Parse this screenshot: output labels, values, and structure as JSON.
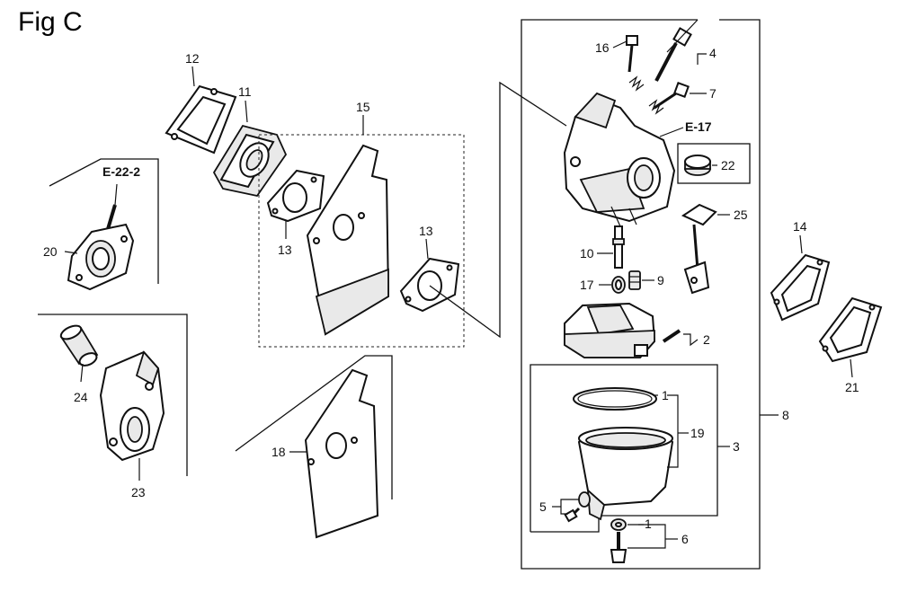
{
  "figure": {
    "title": "Fig C"
  },
  "references": {
    "e22_2": "E-22-2",
    "e17": "E-17"
  },
  "callouts": {
    "c1a": "1",
    "c1b": "1",
    "c2": "2",
    "c3": "3",
    "c4": "4",
    "c5": "5",
    "c6": "6",
    "c7": "7",
    "c8": "8",
    "c9": "9",
    "c10": "10",
    "c11": "11",
    "c12": "12",
    "c13a": "13",
    "c13b": "13",
    "c14": "14",
    "c15": "15",
    "c16": "16",
    "c17": "17",
    "c18": "18",
    "c19": "19",
    "c20": "20",
    "c21": "21",
    "c22": "22",
    "c23": "23",
    "c24": "24",
    "c25": "25"
  }
}
